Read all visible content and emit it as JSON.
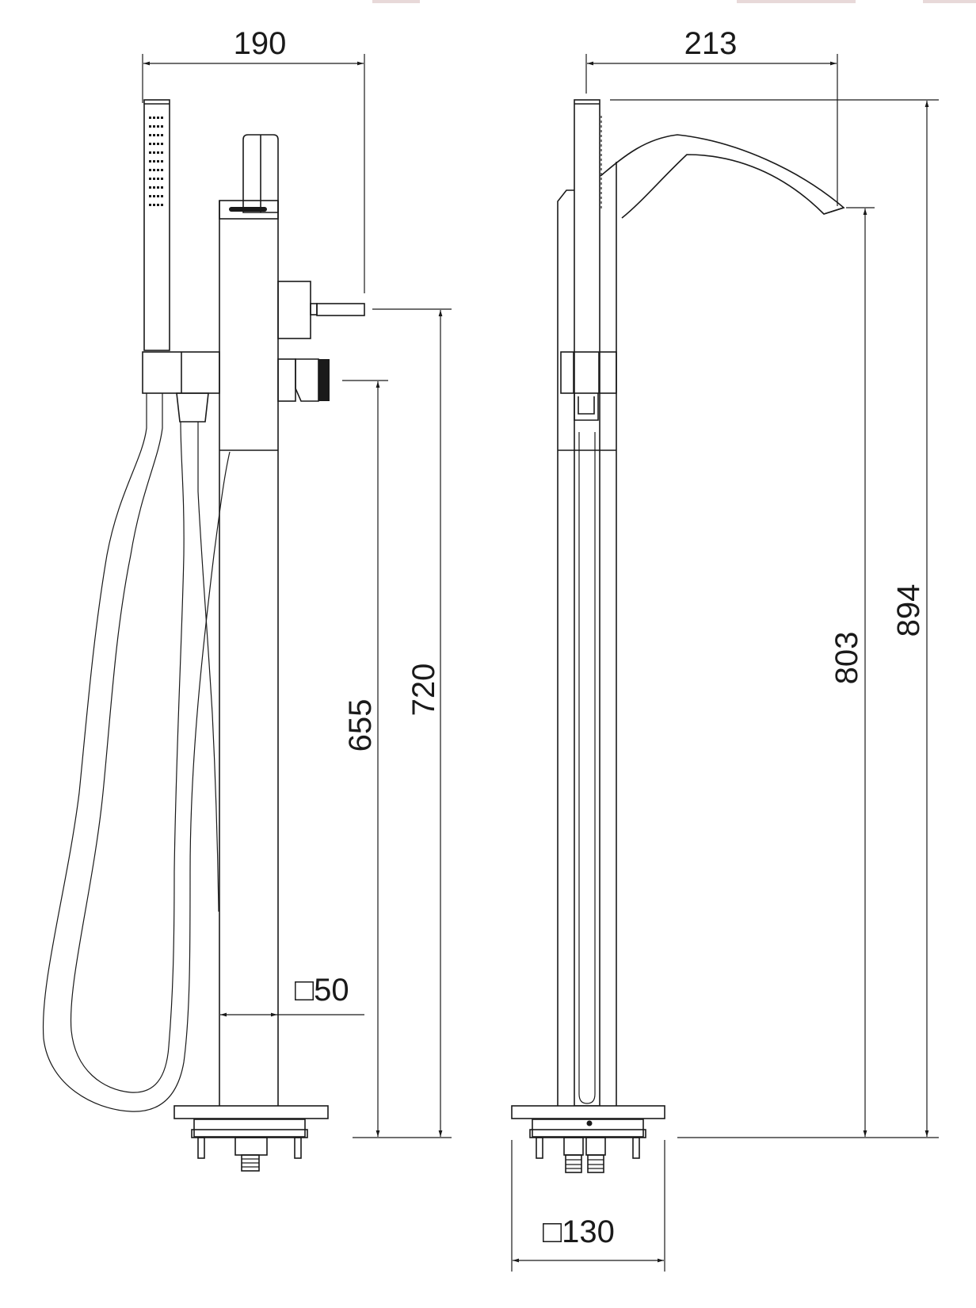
{
  "drawing": {
    "title": "Freestanding bath mixer with hand shower - technical drawing",
    "units": "mm",
    "line_color": "#1a1a1a",
    "background": "#ffffff",
    "views": [
      {
        "name": "front-view",
        "dimensions": {
          "width_top": "190",
          "handle_height": "720",
          "outlet_height": "655",
          "column_section": "□50"
        }
      },
      {
        "name": "side-view",
        "dimensions": {
          "spout_reach": "213",
          "total_height": "894",
          "spout_height": "803",
          "base_plate": "□130"
        }
      }
    ]
  }
}
